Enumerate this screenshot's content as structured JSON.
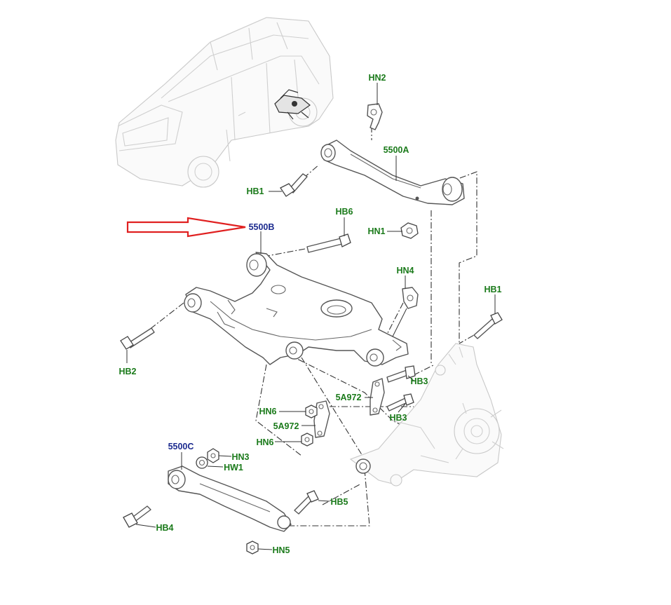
{
  "colors": {
    "green_label": "#1a7a1a",
    "blue_label": "#1c2b8f",
    "arrow_red": "#e02020",
    "line": "#444444",
    "ghost": "#c8c8c8"
  },
  "labels": {
    "hn2": "HN2",
    "p5500a": "5500A",
    "hb1_top": "HB1",
    "hb6": "HB6",
    "hn1": "HN1",
    "p5500b": "5500B",
    "hn4": "HN4",
    "hb1_right": "HB1",
    "hb2": "HB2",
    "hb3_top": "HB3",
    "p5a972_a": "5A972",
    "hb3_bottom": "HB3",
    "hn6_a": "HN6",
    "p5a972_b": "5A972",
    "hn6_b": "HN6",
    "p5500c": "5500C",
    "hn3": "HN3",
    "hw1": "HW1",
    "hb5": "HB5",
    "hb4": "HB4",
    "hn5": "HN5"
  },
  "icons": {
    "pointer": "red-outline-arrow-icon"
  }
}
